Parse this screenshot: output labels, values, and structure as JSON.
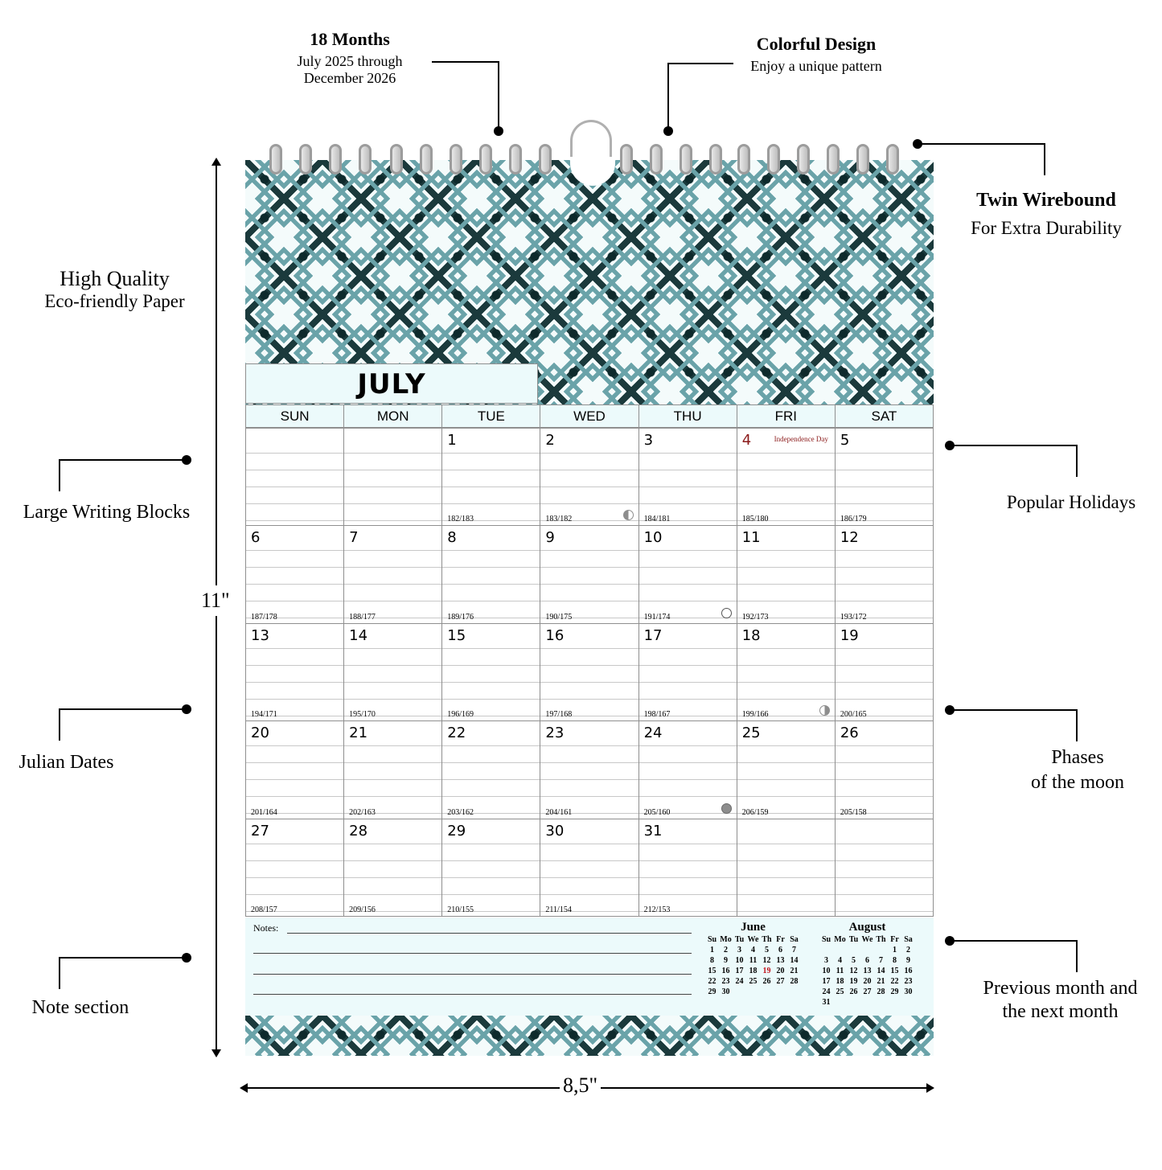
{
  "callouts": {
    "months": {
      "title": "18 Months",
      "line1": "July 2025 through",
      "line2": "December 2026"
    },
    "design": {
      "title": "Colorful Design",
      "sub": "Enjoy a unique pattern"
    },
    "wire": {
      "title": "Twin Wirebound",
      "sub": "For Extra Durability"
    },
    "paper": {
      "title": "High Quality",
      "sub": "Eco-friendly Paper"
    },
    "blocks": "Large Writing Blocks",
    "julian": "Julian Dates",
    "notes": "Note section",
    "holidays": "Popular Holidays",
    "moon": {
      "line1": "Phases",
      "line2": "of the moon"
    },
    "prevnext": {
      "line1": "Previous month and",
      "line2": "the next month"
    }
  },
  "dimensions": {
    "height": "11\"",
    "width": "8,5\""
  },
  "calendar": {
    "month": "JULY",
    "weekdays": [
      "SUN",
      "MON",
      "TUE",
      "WED",
      "THU",
      "FRI",
      "SAT"
    ],
    "weeks": [
      [
        {
          "n": "",
          "j": ""
        },
        {
          "n": "",
          "j": ""
        },
        {
          "n": "1",
          "j": "182/183"
        },
        {
          "n": "2",
          "j": "183/182",
          "moon": "last"
        },
        {
          "n": "3",
          "j": "184/181"
        },
        {
          "n": "4",
          "j": "185/180",
          "holiday": "Independence Day",
          "red": true
        },
        {
          "n": "5",
          "j": "186/179"
        }
      ],
      [
        {
          "n": "6",
          "j": "187/178"
        },
        {
          "n": "7",
          "j": "188/177"
        },
        {
          "n": "8",
          "j": "189/176"
        },
        {
          "n": "9",
          "j": "190/175"
        },
        {
          "n": "10",
          "j": "191/174",
          "moon": "full"
        },
        {
          "n": "11",
          "j": "192/173"
        },
        {
          "n": "12",
          "j": "193/172"
        }
      ],
      [
        {
          "n": "13",
          "j": "194/171"
        },
        {
          "n": "14",
          "j": "195/170"
        },
        {
          "n": "15",
          "j": "196/169"
        },
        {
          "n": "16",
          "j": "197/168"
        },
        {
          "n": "17",
          "j": "198/167"
        },
        {
          "n": "18",
          "j": "199/166",
          "moon": "first"
        },
        {
          "n": "19",
          "j": "200/165"
        }
      ],
      [
        {
          "n": "20",
          "j": "201/164"
        },
        {
          "n": "21",
          "j": "202/163"
        },
        {
          "n": "22",
          "j": "203/162"
        },
        {
          "n": "23",
          "j": "204/161"
        },
        {
          "n": "24",
          "j": "205/160",
          "moon": "new"
        },
        {
          "n": "25",
          "j": "206/159"
        },
        {
          "n": "26",
          "j": "205/158"
        }
      ],
      [
        {
          "n": "27",
          "j": "208/157"
        },
        {
          "n": "28",
          "j": "209/156"
        },
        {
          "n": "29",
          "j": "210/155"
        },
        {
          "n": "30",
          "j": "211/154"
        },
        {
          "n": "31",
          "j": "212/153"
        },
        {
          "n": "",
          "j": ""
        },
        {
          "n": "",
          "j": ""
        }
      ]
    ],
    "notes_label": "Notes: ",
    "mini_headers": [
      "Su",
      "Mo",
      "Tu",
      "We",
      "Th",
      "Fr",
      "Sa"
    ],
    "prev": {
      "name": "June",
      "rows": [
        [
          "1",
          "2",
          "3",
          "4",
          "5",
          "6",
          "7"
        ],
        [
          "8",
          "9",
          "10",
          "11",
          "12",
          "13",
          "14"
        ],
        [
          "15",
          "16",
          "17",
          "18",
          "19",
          "20",
          "21"
        ],
        [
          "22",
          "23",
          "24",
          "25",
          "26",
          "27",
          "28"
        ],
        [
          "29",
          "30",
          "",
          "",
          "",
          "",
          ""
        ]
      ],
      "red": [
        "19"
      ]
    },
    "next": {
      "name": "August",
      "rows": [
        [
          "",
          "",
          "",
          "",
          "",
          "1",
          "2"
        ],
        [
          "3",
          "4",
          "5",
          "6",
          "7",
          "8",
          "9"
        ],
        [
          "10",
          "11",
          "12",
          "13",
          "14",
          "15",
          "16"
        ],
        [
          "17",
          "18",
          "19",
          "20",
          "21",
          "22",
          "23"
        ],
        [
          "24",
          "25",
          "26",
          "27",
          "28",
          "29",
          "30"
        ],
        [
          "31",
          "",
          "",
          "",
          "",
          "",
          ""
        ]
      ],
      "red": []
    }
  }
}
